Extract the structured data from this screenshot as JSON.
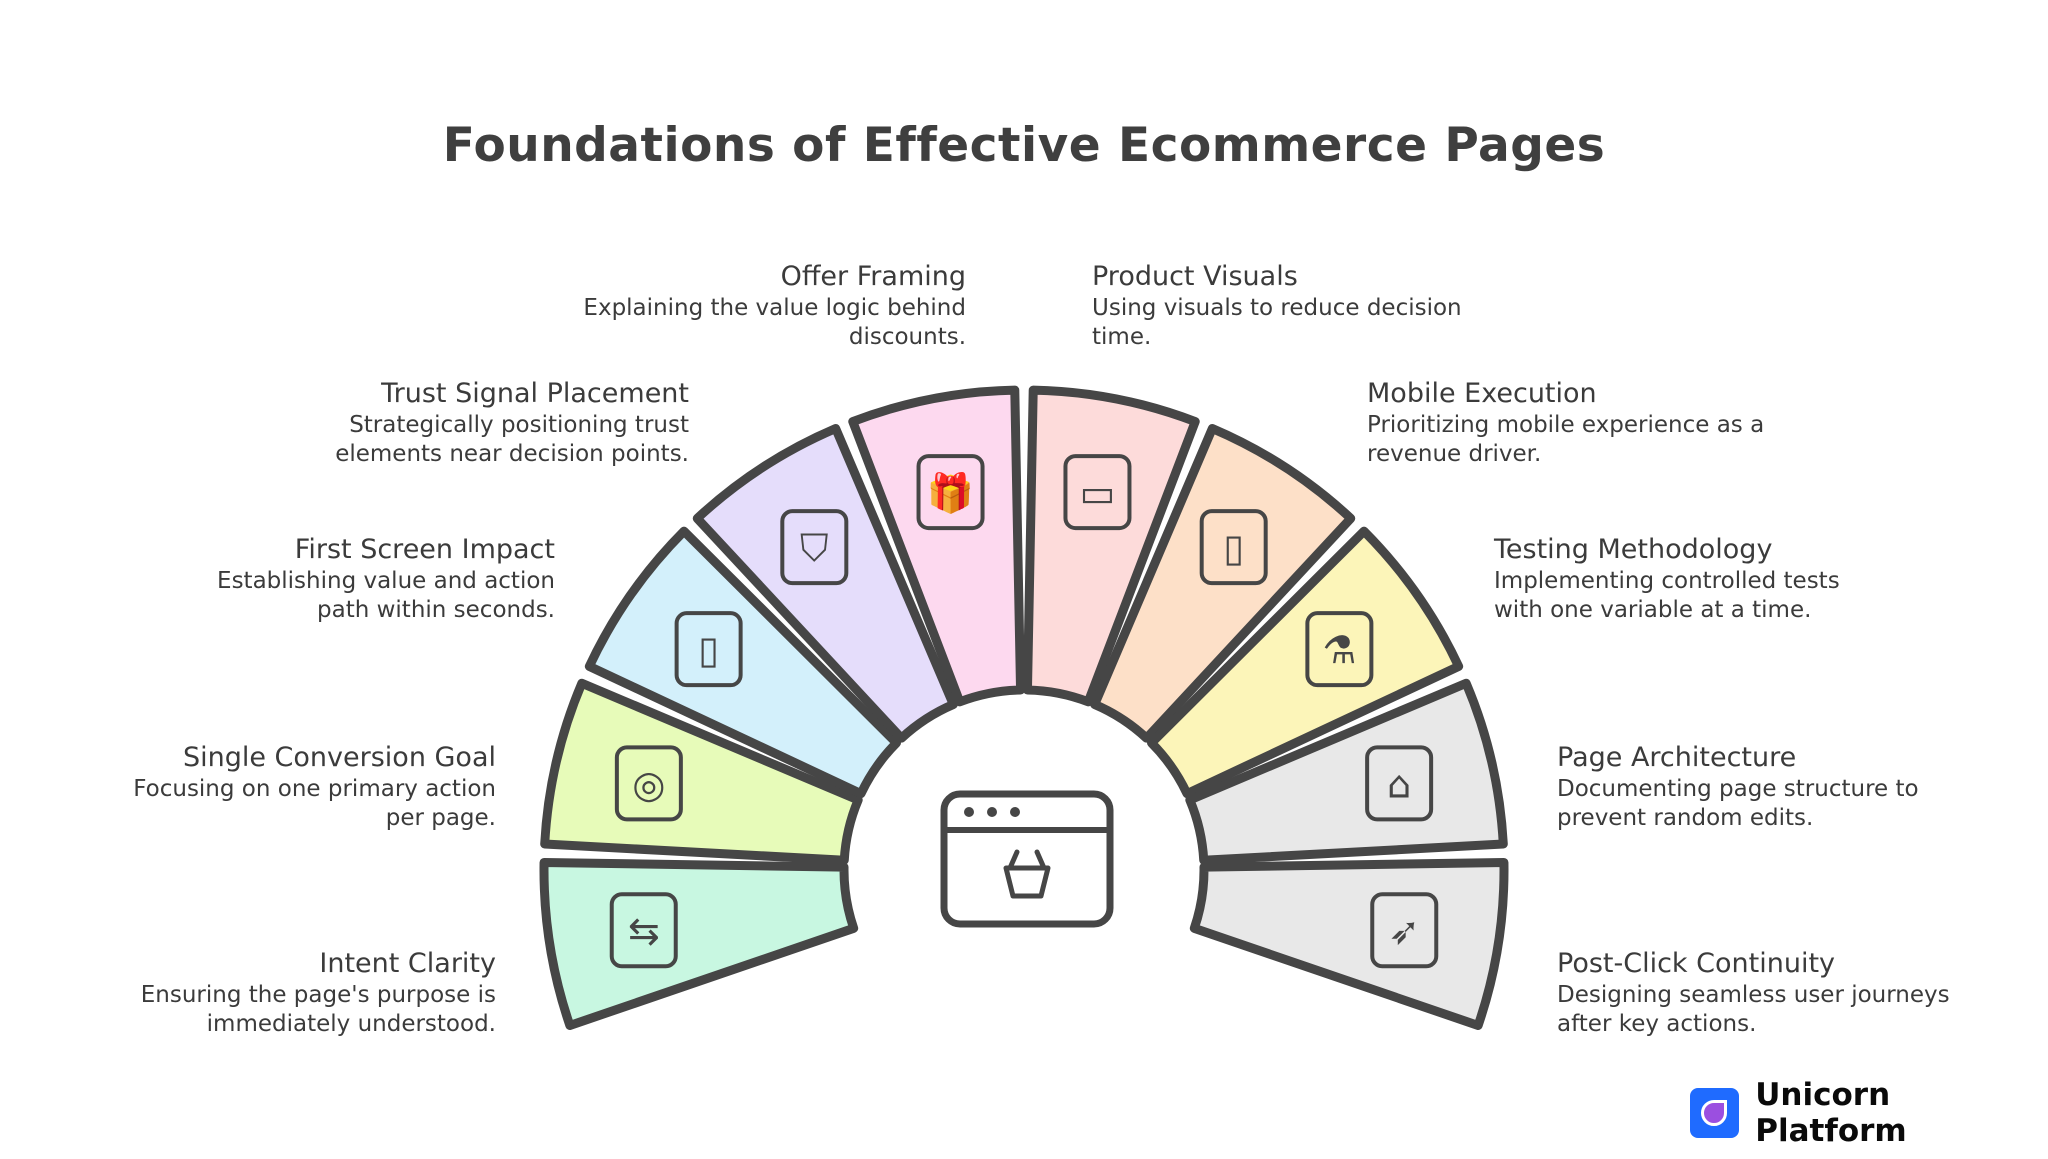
{
  "title": "Foundations of Effective Ecommerce Pages",
  "center_icon": "browser-basket-icon",
  "colors": {
    "stroke": "#464646",
    "text": "#3b3b3b",
    "brand_blue": "#1f6bff",
    "brand_purple": "#9b4fe0"
  },
  "segments": [
    {
      "title": "Intent Clarity",
      "desc_lines": [
        "Ensuring the page's purpose is",
        "immediately understood."
      ],
      "icon": "signpost-icon",
      "color": "#c8f7e1",
      "side": "left"
    },
    {
      "title": "Single Conversion Goal",
      "desc_lines": [
        "Focusing on one primary action",
        "per page."
      ],
      "icon": "target-arrow-icon",
      "color": "#e7fbb9",
      "side": "left"
    },
    {
      "title": "First Screen Impact",
      "desc_lines": [
        "Establishing value and action",
        "path within seconds."
      ],
      "icon": "door-viewport-icon",
      "color": "#d3f0fb",
      "side": "left"
    },
    {
      "title": "Trust Signal Placement",
      "desc_lines": [
        "Strategically positioning trust",
        "elements near decision points."
      ],
      "icon": "shield-search-icon",
      "color": "#e5ddfb",
      "side": "left"
    },
    {
      "title": "Offer Framing",
      "desc_lines": [
        "Explaining the value logic behind",
        "discounts."
      ],
      "icon": "gift-tag-icon",
      "color": "#fdd9ef",
      "side": "left"
    },
    {
      "title": "Product Visuals",
      "desc_lines": [
        "Using visuals to reduce decision",
        "time."
      ],
      "icon": "phone-shirt-icon",
      "color": "#fddbda",
      "side": "right"
    },
    {
      "title": "Mobile Execution",
      "desc_lines": [
        "Prioritizing mobile experience as a",
        "revenue driver."
      ],
      "icon": "phone-cart-icon",
      "color": "#fde0c8",
      "side": "right"
    },
    {
      "title": "Testing Methodology",
      "desc_lines": [
        "Implementing controlled tests",
        "with one variable at a time."
      ],
      "icon": "scientist-flask-icon",
      "color": "#fcf5b9",
      "side": "right"
    },
    {
      "title": "Page Architecture",
      "desc_lines": [
        "Documenting page structure to",
        "prevent random edits."
      ],
      "icon": "house-ruler-pencil-icon",
      "color": "#e8e8e8",
      "side": "right"
    },
    {
      "title": "Post-Click Continuity",
      "desc_lines": [
        "Designing seamless user journeys",
        "after key actions."
      ],
      "icon": "devices-cursor-icon",
      "color": "#e8e8e8",
      "side": "right"
    }
  ],
  "brand": {
    "name": "Unicorn Platform",
    "icon": "unicorn-platform-logo-icon"
  }
}
